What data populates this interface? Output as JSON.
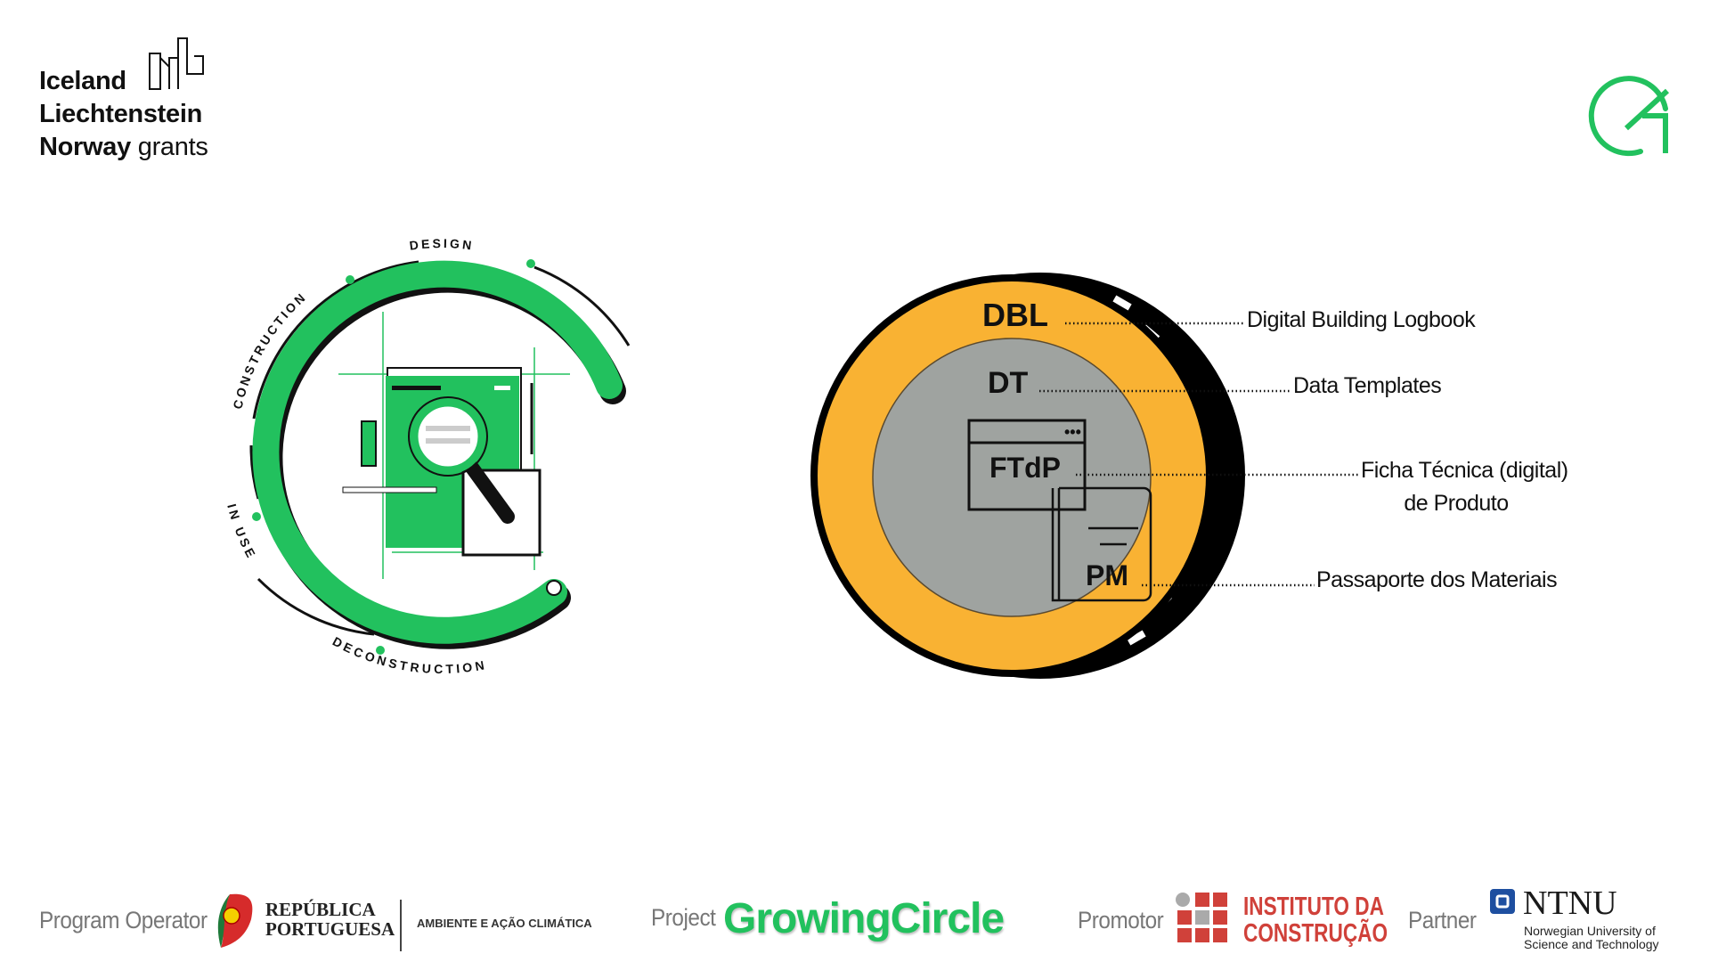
{
  "header": {
    "funder_logo": {
      "line1": "Iceland",
      "line2": "Liechtenstein",
      "line3_bold": "Norway",
      "line3_light": "grants"
    },
    "project_logo_icon": "growingcircle-arrow-icon"
  },
  "lifecycle_graphic": {
    "stages": [
      "DESIGN",
      "CONSTRUCTION",
      "IN USE",
      "DECONSTRUCTION"
    ],
    "icon": "document-magnifier-icon"
  },
  "coin_diagram": {
    "layers": [
      {
        "abbr": "DBL",
        "label": "Digital Building Logbook"
      },
      {
        "abbr": "DT",
        "label": "Data Templates"
      },
      {
        "abbr": "FTdP",
        "label_line1": "Ficha Técnica (digital)",
        "label_line2": "de Produto"
      },
      {
        "abbr": "PM",
        "label": "Passaporte dos Materiais"
      }
    ],
    "colors": {
      "outer": "#f9b233",
      "inner": "#9fa3a0",
      "edge": "#000000"
    }
  },
  "footer": {
    "program_operator_label": "Program Operator",
    "republica_line1": "REPÚBLICA",
    "republica_line2": "PORTUGUESA",
    "ministry": "AMBIENTE E AÇÃO CLIMÁTICA",
    "project_label": "Project",
    "project_name": "GrowingCircle",
    "promotor_label": "Promotor",
    "promotor_line1": "INSTITUTO DA",
    "promotor_line2": "CONSTRUÇÃO",
    "partner_label": "Partner",
    "partner_name": "NTNU",
    "partner_sub1": "Norwegian University of",
    "partner_sub2": "Science and Technology"
  },
  "colors": {
    "brand_green": "#22c15e",
    "ic_red": "#d0413a"
  }
}
